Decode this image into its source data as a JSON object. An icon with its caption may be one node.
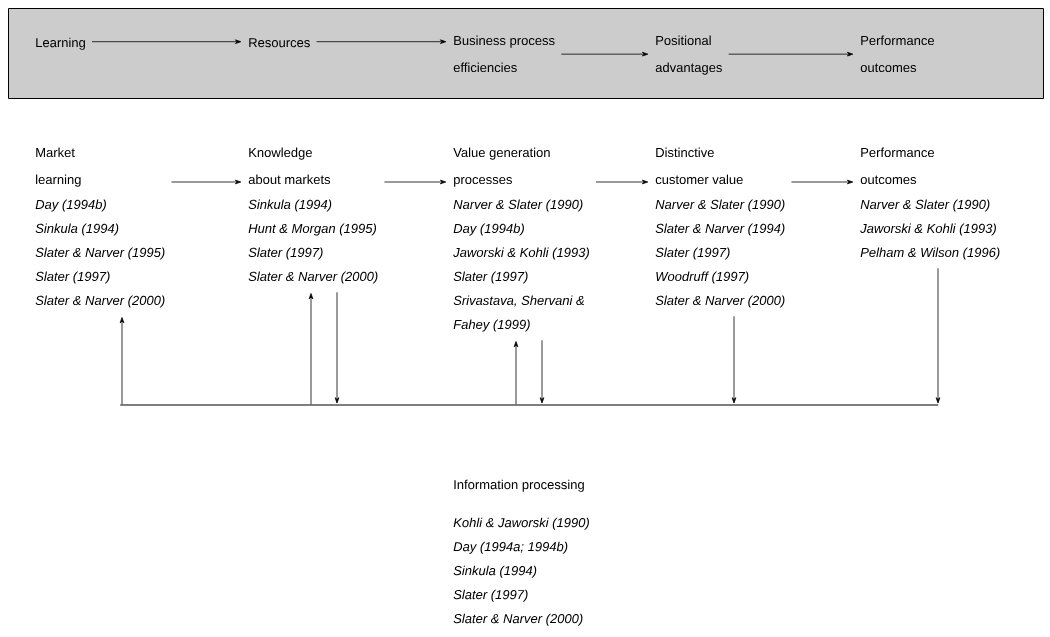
{
  "diagram": {
    "nodes": [
      {
        "text": [],
        "shape": "box"
      },
      {
        "text": [
          "Learning"
        ],
        "in": 0
      },
      {
        "text": [
          "Resources"
        ],
        "in": 0
      },
      {
        "text": [
          "Business process efficiencies"
        ],
        "in": 0
      },
      {
        "text": [
          "Positional advantages"
        ],
        "in": 0
      },
      {
        "text": [
          "Performance outcomes"
        ],
        "in": 0
      },
      {
        "text": [
          "Market learning"
        ],
        "beside": [
          "Day (1994b)",
          "Sinkula (1994)",
          "Slater & Narver (1995)",
          "Slater (1997)",
          "Slater & Narver (2000)"
        ]
      },
      {
        "text": [
          "Knowledge about markets"
        ],
        "beside": [
          "Sinkula (1994)",
          "Hunt & Morgan (1995)",
          "Slater (1997)",
          "Slater & Narver (2000)"
        ]
      },
      {
        "text": [
          "Value generation processes"
        ],
        "beside": [
          "Narver & Slater (1990)",
          "Day (1994b)",
          "Jaworski & Kohli (1993)",
          "Slater (1997)",
          "Srivastava, Shervani & Fahey (1999)"
        ]
      },
      {
        "text": [
          "Distinctive customer value"
        ],
        "beside": [
          "Narver & Slater (1990)",
          "Slater & Narver (1994)",
          "Slater (1997)",
          "Woodruff (1997)",
          "Slater & Narver (2000)"
        ]
      },
      {
        "text": [
          "Performance outcomes"
        ],
        "beside": [
          "Narver & Slater (1990)",
          "Jaworski & Kohli (1993)",
          "Pelham & Wilson (1996)"
        ]
      },
      {
        "text": [],
        "shape": "bar"
      },
      {
        "text": [
          "Information processing"
        ],
        "beside": [
          "Kohli & Jaworski (1990)",
          "Day (1994a; 1994b)",
          "Sinkula (1994)",
          "Slater (1997)",
          "Slater & Narver (2000)"
        ]
      }
    ],
    "edges": [
      {
        "from": 1,
        "to": 2,
        "arrow": "to"
      },
      {
        "from": 2,
        "to": 3,
        "arrow": "to"
      },
      {
        "from": 3,
        "to": 4,
        "arrow": "to"
      },
      {
        "from": 4,
        "to": 5,
        "arrow": "to"
      },
      {
        "from": 6,
        "to": 7,
        "arrow": "to"
      },
      {
        "from": 7,
        "to": 8,
        "arrow": "to"
      },
      {
        "from": 8,
        "to": 9,
        "arrow": "to"
      },
      {
        "from": 9,
        "to": 10,
        "arrow": "to"
      },
      {
        "from": 11,
        "to": 6,
        "arrow": "to"
      },
      {
        "from": 11,
        "to": 7,
        "arrow": "to"
      },
      {
        "from": 7,
        "to": 11,
        "arrow": "to"
      },
      {
        "from": 11,
        "to": 8,
        "arrow": "to"
      },
      {
        "from": 8,
        "to": 11,
        "arrow": "to"
      },
      {
        "from": 9,
        "to": 11,
        "arrow": "to"
      },
      {
        "from": 10,
        "to": 11,
        "arrow": "to"
      }
    ]
  }
}
